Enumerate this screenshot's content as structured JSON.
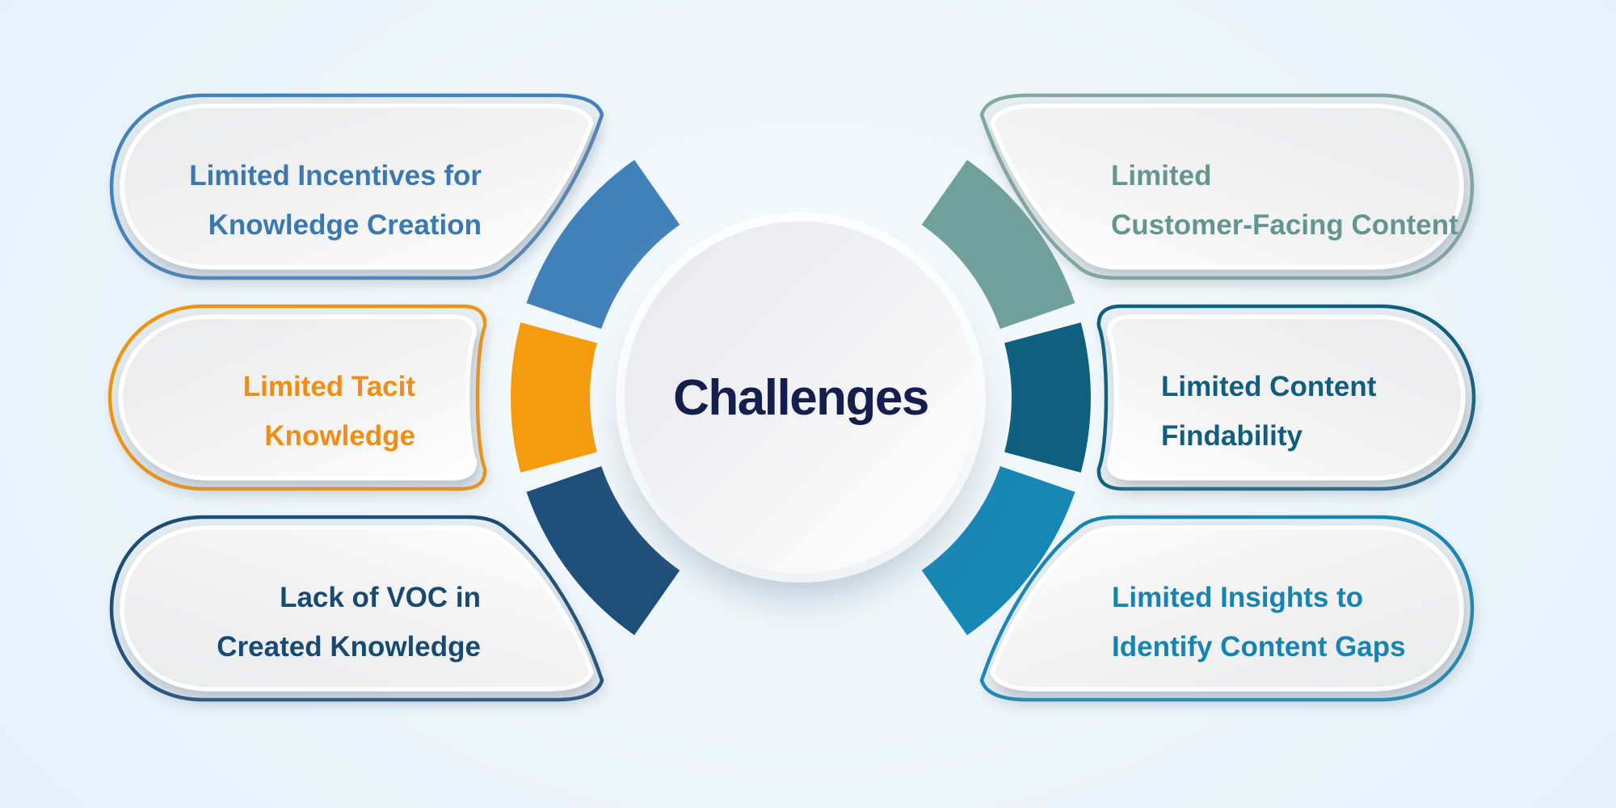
{
  "title": {
    "label": "Challenges",
    "color": "#151f4d"
  },
  "colors": {
    "background_center": "#f6fbfd",
    "background_outer": "#d9e8f2"
  },
  "left_items": [
    {
      "id": "limited-incentives",
      "lines": [
        "Limited Incentives for",
        "Knowledge Creation"
      ],
      "color": "#3a78b0",
      "border": "#4382ba",
      "arc": "#4181ba"
    },
    {
      "id": "limited-tacit-knowledge",
      "lines": [
        "Limited Tacit",
        "Knowledge"
      ],
      "color": "#f18d10",
      "border": "#f39410",
      "arc": "#f69b0c"
    },
    {
      "id": "lack-of-voc",
      "lines": [
        "Lack of VOC in",
        "Created Knowledge"
      ],
      "color": "#174a73",
      "border": "#1c4d77",
      "arc": "#1e4e7a"
    }
  ],
  "right_items": [
    {
      "id": "limited-customer-facing-content",
      "lines": [
        "Limited",
        "Customer-Facing Content"
      ],
      "color": "#649691",
      "border": "#82a8a2",
      "arc": "#70a09a"
    },
    {
      "id": "limited-content-findability",
      "lines": [
        "Limited Content",
        "Findability"
      ],
      "color": "#115d7f",
      "border": "#0e5f80",
      "arc": "#0e5f80"
    },
    {
      "id": "limited-insights-content-gaps",
      "lines": [
        "Limited Insights to",
        "Identify Content Gaps"
      ],
      "color": "#1584b3",
      "border": "#1787b4",
      "arc": "#1787b5"
    }
  ]
}
